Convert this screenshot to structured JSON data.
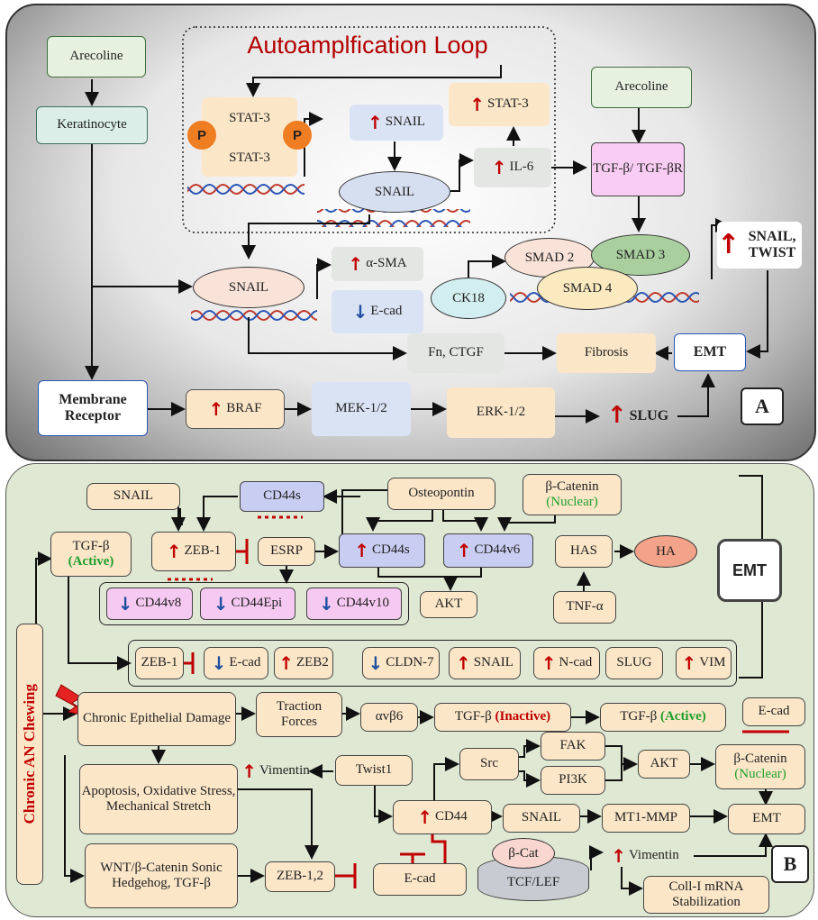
{
  "panelA": {
    "title": "Autoamplfication Loop",
    "arecoline_left": "Arecoline",
    "keratinocyte": "Keratinocyte",
    "stat3_top": "STAT-3",
    "stat3_bottom": "STAT-3",
    "p_left": "P",
    "p_right": "P",
    "snail_up": "SNAIL",
    "snail_ellipse_loop": "SNAIL",
    "stat3_up": "STAT-3",
    "il6": "IL-6",
    "arecoline_right": "Arecoline",
    "tgfb": "TGF-β/ TGF-βR",
    "snail_twist": "SNAIL, TWIST",
    "snail_ellipse_main": "SNAIL",
    "asma": "α-SMA",
    "ecad": "E-cad",
    "smad2": "SMAD 2",
    "smad3": "SMAD 3",
    "smad4": "SMAD 4",
    "ck18": "CK18",
    "fn_ctgf": "Fn, CTGF",
    "fibrosis": "Fibrosis",
    "emt": "EMT",
    "membrane_receptor": "Membrane Receptor",
    "braf": "BRAF",
    "mek": "MEK-1/2",
    "erk": "ERK-1/2",
    "slug": "SLUG",
    "label": "A"
  },
  "panelB": {
    "snail": "SNAIL",
    "cd44s_top": "CD44s",
    "osteopontin": "Osteopontin",
    "beta_catenin": "β-Catenin",
    "nuclear": "(Nuclear)",
    "tgfb": "TGF-β",
    "active": "(Active)",
    "zeb1": "ZEB-1",
    "esrp": "ESRP",
    "cd44s": "CD44s",
    "cd44v6": "CD44v6",
    "has": "HAS",
    "ha": "HA",
    "emt_side": "EMT",
    "cd44v8": "CD44v8",
    "cd44epi": "CD44Epi",
    "cd44v10": "CD44v10",
    "akt_mid": "AKT",
    "tnfa": "TNF-α",
    "chain_zeb1": "ZEB-1",
    "chain_ecad": "E-cad",
    "chain_zeb2": "ZEB2",
    "chain_cldn7": "CLDN-7",
    "chain_snail": "SNAIL",
    "chain_ncad": "N-cad",
    "chain_slug": "SLUG",
    "chain_vim": "VIM",
    "chronic_chewing": "Chronic AN Chewing",
    "chronic_damage": "Chronic Epithelial Damage",
    "traction": "Traction Forces",
    "integrin": "αvβ6",
    "tgfb_inactive_pre": "TGF-β",
    "inactive": "(Inactive)",
    "tgfb_active_pre": "TGF-β",
    "active2": "(Active)",
    "ecad_right": "E-cad",
    "vimentin_left": "Vimentin",
    "twist1": "Twist1",
    "src": "Src",
    "fak": "FAK",
    "pi3k": "PI3K",
    "akt_low": "AKT",
    "bcat_nuclear": "β-Catenin",
    "nuclear2": "(Nuclear)",
    "apoptosis": "Apoptosis, Oxidative Stress, Mechanical Stretch",
    "cd44_low": "CD44",
    "snail_low": "SNAIL",
    "mt1mmp": "MT1-MMP",
    "emt_low": "EMT",
    "wnt": "WNT/β-Catenin Sonic Hedgehog, TGF-β",
    "zeb12": "ZEB-1,2",
    "ecad_low": "E-cad",
    "bcat": "β-Cat",
    "tcflef": "TCF/LEF",
    "vimentin_low": "Vimentin",
    "coll": "Coll-I mRNA Stabilization",
    "label": "B"
  },
  "colors": {
    "up_arrow": "#c00000",
    "down_arrow": "#1f4fa0",
    "inhibit": "#c00000",
    "active_text": "#1fa02c"
  }
}
